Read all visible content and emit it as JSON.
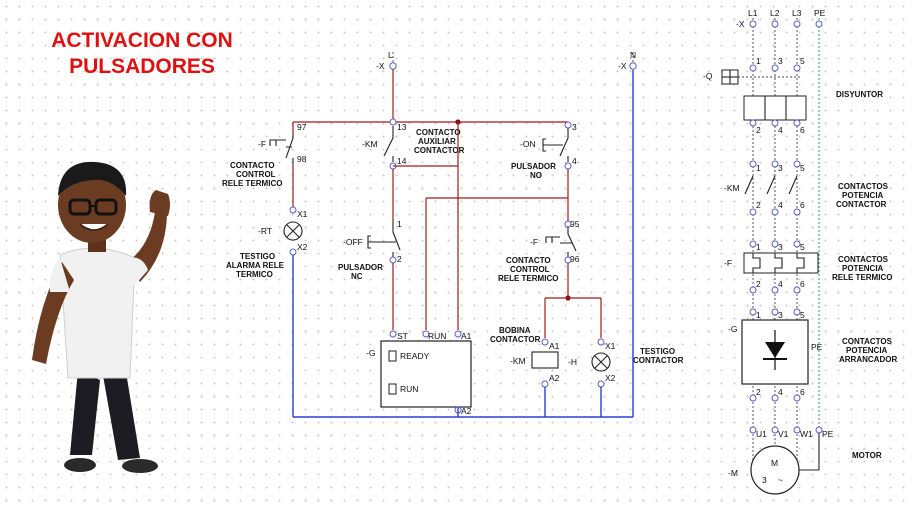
{
  "title": {
    "line1": "ACTIVACION CON",
    "line2": "PULSADORES"
  },
  "control": {
    "supply_L": {
      "tag": "-X",
      "name": "L"
    },
    "supply_N": {
      "tag": "-X",
      "name": "N"
    },
    "relay_contact": {
      "tag": "-F",
      "t1": "97",
      "t2": "98",
      "label": [
        "CONTACTO",
        "CONTROL",
        "RELE TERMICO"
      ]
    },
    "alarm_lamp": {
      "tag": "-RT",
      "t1": "X1",
      "t2": "X2",
      "label": [
        "TESTIGO",
        "ALARMA RELE",
        "TERMICO"
      ]
    },
    "aux_contact": {
      "tag": "-KM",
      "t1": "13",
      "t2": "14",
      "label": [
        "CONTACTO",
        "AUXILIAR",
        "CONTACTOR"
      ]
    },
    "off_button": {
      "tag": "-OFF",
      "t1": "1",
      "t2": "2",
      "label": [
        "PULSADOR",
        "NC"
      ]
    },
    "on_button": {
      "tag": "-ON",
      "t1": "3",
      "t2": "4",
      "label": [
        "PULSADOR",
        "NO"
      ]
    },
    "relay_contact2": {
      "tag": "-F",
      "t1": "95",
      "t2": "96",
      "label": [
        "CONTACTO",
        "CONTROL",
        "RELE TERMICO"
      ]
    },
    "starter": {
      "tag": "-G",
      "st": "ST",
      "run": "RUN",
      "a1": "A1",
      "a2": "A2",
      "led1": "READY",
      "led2": "RUN"
    },
    "coil": {
      "tag": "-KM",
      "a1": "A1",
      "a2": "A2",
      "label": [
        "BOBINA",
        "CONTACTOR"
      ]
    },
    "contactor_lamp": {
      "tag": "-H",
      "t1": "X1",
      "t2": "X2",
      "label": [
        "TESTIGO",
        "CONTACTOR"
      ]
    }
  },
  "power": {
    "supply": {
      "tag": "-X",
      "phases": [
        "L1",
        "L2",
        "L3",
        "PE"
      ]
    },
    "breaker": {
      "tag": "-Q",
      "in": [
        "1",
        "3",
        "5"
      ],
      "out": [
        "2",
        "4",
        "6"
      ],
      "label": "DISYUNTOR"
    },
    "contactor": {
      "tag": "-KM",
      "in": [
        "1",
        "3",
        "5"
      ],
      "out": [
        "2",
        "4",
        "6"
      ],
      "label": [
        "CONTACTOS",
        "POTENCIA",
        "CONTACTOR"
      ]
    },
    "thermal": {
      "tag": "-F",
      "in": [
        "1",
        "3",
        "5"
      ],
      "out": [
        "2",
        "4",
        "6"
      ],
      "label": [
        "CONTACTOS",
        "POTENCIA",
        "RELE TERMICO"
      ]
    },
    "soft_starter": {
      "tag": "-G",
      "in": [
        "1",
        "3",
        "5"
      ],
      "out": [
        "2",
        "4",
        "6"
      ],
      "pe": "PE",
      "label": [
        "CONTACTOS",
        "POTENCIA",
        "ARRANCADOR"
      ]
    },
    "motor": {
      "tag": "-M",
      "terminals": [
        "U1",
        "V1",
        "W1",
        "PE"
      ],
      "symbol": "M",
      "phases": "3",
      "wave": "~",
      "label": "MOTOR"
    }
  },
  "colors": {
    "title": "#e01010",
    "control_wire": "#9b1e1e",
    "neutral_wire": "#2b3fd6",
    "earth_wire": "#2fa52f"
  }
}
